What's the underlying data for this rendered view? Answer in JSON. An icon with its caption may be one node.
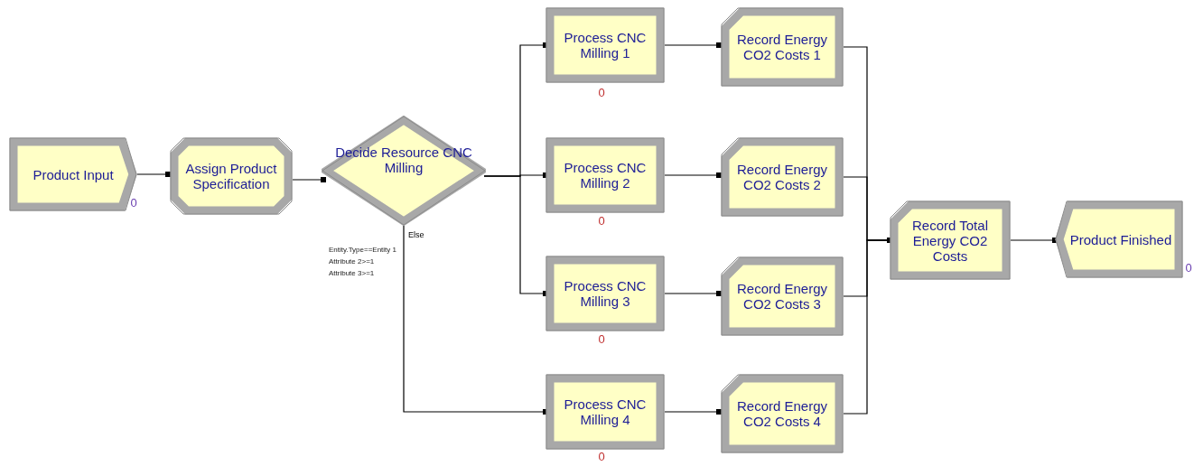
{
  "diagram": {
    "nodes": [
      {
        "text": [
          "Product Input"
        ],
        "beside": [
          "0"
        ]
      },
      {
        "text": [
          "Assign Product Specification"
        ]
      },
      {
        "text": [
          "Decide Resource CNC Milling"
        ]
      },
      {
        "text": [
          "Process CNC Milling 1"
        ],
        "beside": [
          "0"
        ]
      },
      {
        "text": [
          "Record Energy CO2 Costs 1"
        ]
      },
      {
        "text": [
          "Process CNC Milling 2"
        ],
        "beside": [
          "0"
        ]
      },
      {
        "text": [
          "Record Energy CO2 Costs 2"
        ]
      },
      {
        "text": [
          "Process CNC Milling 3"
        ],
        "beside": [
          "0"
        ]
      },
      {
        "text": [
          "Record Energy CO2 Costs 3"
        ]
      },
      {
        "text": [
          "Process CNC Milling 4"
        ],
        "beside": [
          "0"
        ]
      },
      {
        "text": [
          "Record Energy CO2 Costs 4"
        ]
      },
      {
        "text": [
          "Record Total Energy CO2 Costs"
        ]
      },
      {
        "text": [
          "Product Finished"
        ],
        "beside": [
          "0"
        ]
      }
    ],
    "edges": [
      {
        "from": 0,
        "to": 1,
        "arrow": "other"
      },
      {
        "from": 1,
        "to": 2,
        "arrow": "other"
      },
      {
        "from": 2,
        "to": 3,
        "arrow": "other"
      },
      {
        "from": 2,
        "to": 5,
        "arrow": "other"
      },
      {
        "from": 2,
        "to": 7,
        "arrow": "other"
      },
      {
        "from": 2,
        "to": 9,
        "arrow": "other",
        "label": "Else"
      },
      {
        "from": 3,
        "to": 4,
        "arrow": "other"
      },
      {
        "from": 5,
        "to": 6,
        "arrow": "other"
      },
      {
        "from": 7,
        "to": 8,
        "arrow": "other"
      },
      {
        "from": 9,
        "to": 10,
        "arrow": "other"
      },
      {
        "from": 4,
        "to": 11,
        "arrow": "other"
      },
      {
        "from": 6,
        "to": 11,
        "arrow": "other"
      },
      {
        "from": 8,
        "to": 11,
        "arrow": "other"
      },
      {
        "from": 10,
        "to": 11,
        "arrow": "other"
      },
      {
        "from": 11,
        "to": 12,
        "arrow": "other"
      }
    ],
    "labels": [
      "Entity.Type==Entity 1",
      "Attribute 2>=1",
      "Attribute 3>=1"
    ]
  }
}
